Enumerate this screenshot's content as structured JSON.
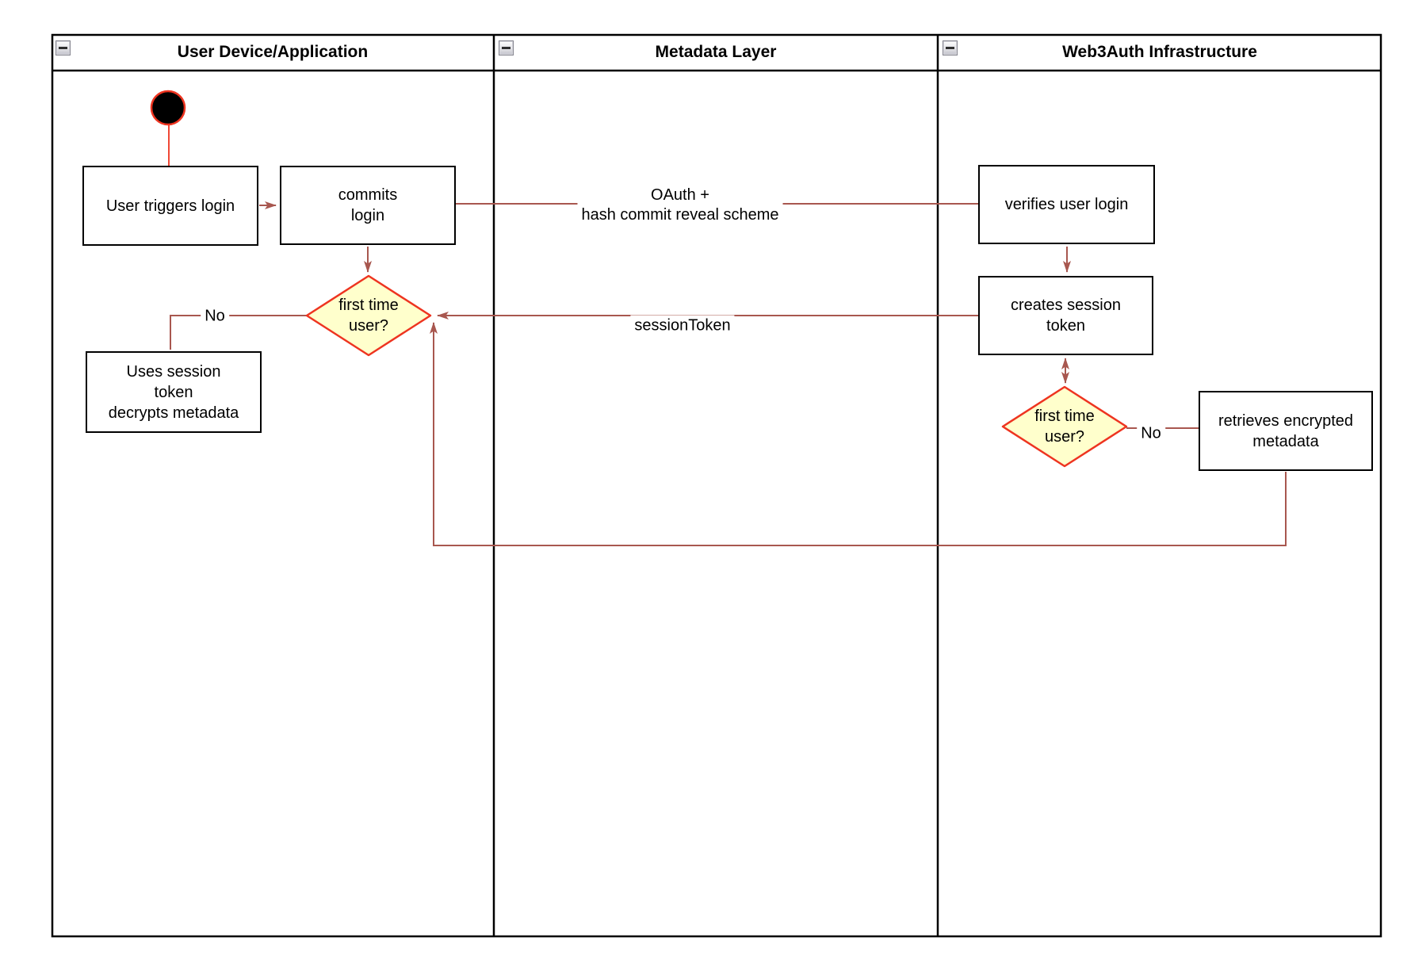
{
  "lanes": [
    {
      "title": "User Device/Application"
    },
    {
      "title": "Metadata Layer"
    },
    {
      "title": "Web3Auth Infrastructure"
    }
  ],
  "nodes": {
    "user_triggers_login": "User triggers login",
    "commits_login": "commits\nlogin",
    "first_time_user_device": "first time\nuser?",
    "uses_session_token": "Uses session\ntoken\ndecrypts metadata",
    "verifies_user_login": "verifies user login",
    "creates_session_token": "creates session\ntoken",
    "first_time_user_infra": "first time\nuser?",
    "retrieves_encrypted_metadata": "retrieves encrypted\nmetadata"
  },
  "edge_labels": {
    "oauth": "OAuth +\nhash commit reveal scheme",
    "session_token": "sessionToken",
    "no_device": "No",
    "no_infra": "No"
  },
  "colors": {
    "connector": "#A8574F",
    "accent_red": "#EE3420",
    "decision_fill": "#FFFFCC",
    "node_border": "#000000",
    "node_fill": "#FFFFFF",
    "start_node_fill": "#000000"
  }
}
